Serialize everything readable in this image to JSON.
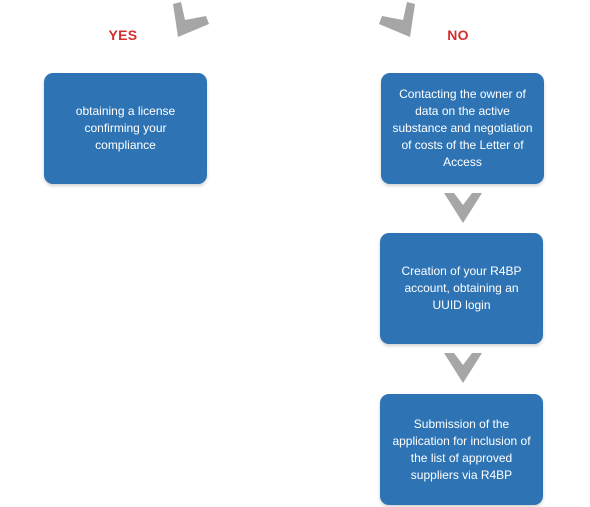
{
  "colors": {
    "box_fill": "#2e74b5",
    "box_text": "#ffffff",
    "label_red": "#d32f2f",
    "arrow_gray": "#a6a6a6"
  },
  "labels": {
    "yes": "YES",
    "no": "NO"
  },
  "yes_branch": {
    "box_text": "obtaining a license confirming your compliance"
  },
  "no_branch": {
    "steps": [
      {
        "text": "Contacting the owner of data on the active substance and negotiation of costs of the Letter of Access"
      },
      {
        "text": "Creation of your R4BP account, obtaining an UUID login"
      },
      {
        "text": "Submission of the application for inclusion of the list of approved suppliers via R4BP"
      }
    ]
  },
  "icons": {
    "top_left_arrow": "chevron-down-icon",
    "top_right_arrow": "chevron-down-icon",
    "step_arrows": [
      "chevron-down-icon",
      "chevron-down-icon"
    ]
  }
}
